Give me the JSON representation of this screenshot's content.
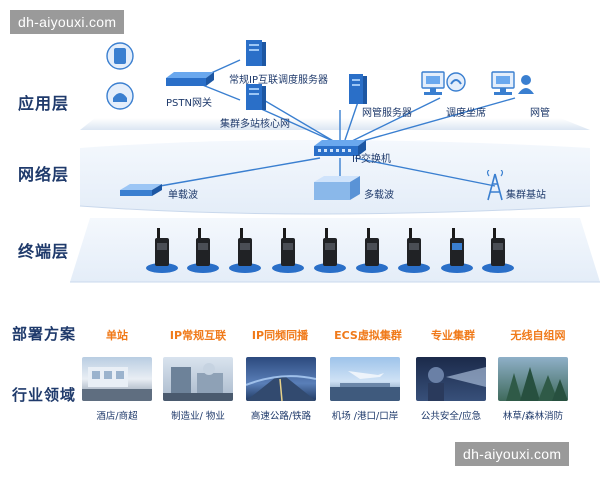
{
  "watermark": {
    "text": "dh-aiyouxi.com"
  },
  "layers": {
    "app": "应用层",
    "network": "网络层",
    "terminal": "终端层"
  },
  "nodes": {
    "pstn": "PSTN网关",
    "ip_dispatch": "常规IP互联调度服务器",
    "core": "集群多站核心网",
    "nms_server": "网管服务器",
    "dispatch_seat": "调度坐席",
    "nms": "网管",
    "ip_switch": "IP交换机",
    "single_carrier": "单载波",
    "multi_carrier": "多载波",
    "trunk_station": "集群基站"
  },
  "sections": {
    "deploy": "部署方案",
    "industry": "行业领域"
  },
  "schemes": [
    "单站",
    "IP常规互联",
    "IP同频同播",
    "ECS虚拟集群",
    "专业集群",
    "无线自组网"
  ],
  "industries": [
    "酒店/商超",
    "制造业/ 物业",
    "高速公路/铁路",
    "机场 /港口/口岸",
    "公共安全/应急",
    "林草/森林消防"
  ],
  "colors": {
    "scheme_orange": "#f07a1a",
    "text_navy": "#1f3a6b",
    "accent_blue": "#2a7fe0"
  }
}
